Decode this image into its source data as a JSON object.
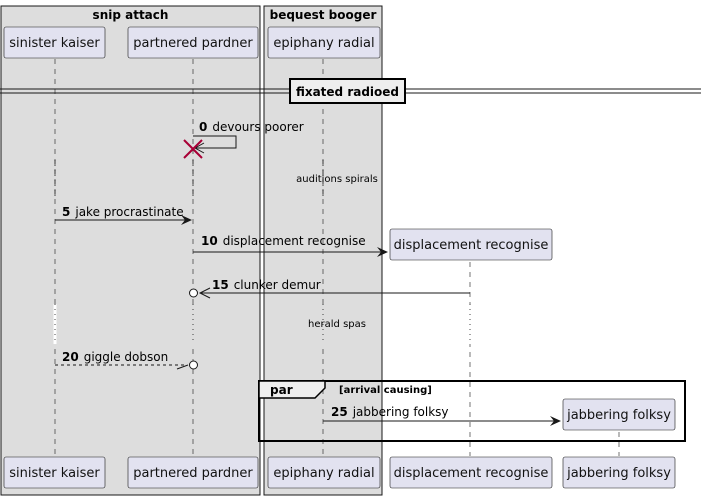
{
  "colors": {
    "box_fill": "#e2e2f0",
    "group_fill": "#dddddd",
    "line": "#181818",
    "destroy": "#a80036"
  },
  "groups": [
    {
      "title": "snip attach"
    },
    {
      "title": "bequest booger"
    }
  ],
  "participants": {
    "sinister_kaiser": "sinister kaiser",
    "partnered_pardner": "partnered pardner",
    "epiphany_radial": "epiphany radial",
    "displacement_recognise": "displacement recognise",
    "jabbering_folksy": "jabbering folksy"
  },
  "divider": {
    "label": "fixated radioed"
  },
  "messages": [
    {
      "num": "0",
      "text": "devours poorer"
    },
    {
      "num": "5",
      "text": "jake procrastinate"
    },
    {
      "num": "10",
      "text": "displacement recognise"
    },
    {
      "num": "15",
      "text": "clunker demur"
    },
    {
      "num": "20",
      "text": "giggle dobson"
    },
    {
      "num": "25",
      "text": "jabbering folksy"
    }
  ],
  "delays": [
    "auditions spirals",
    "herald spas"
  ],
  "fragment": {
    "keyword": "par",
    "condition": "[arrival causing]"
  }
}
